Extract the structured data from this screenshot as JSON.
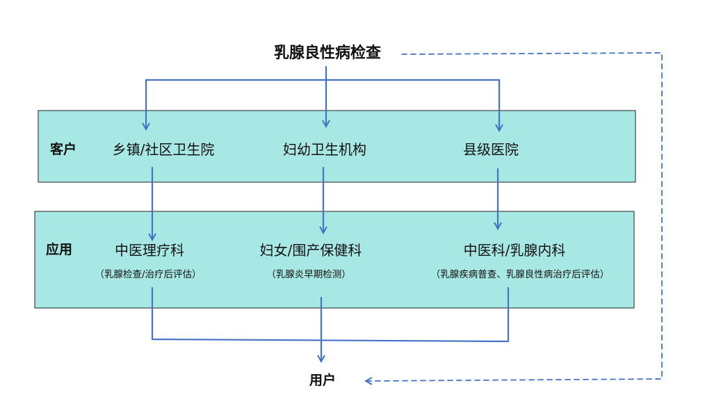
{
  "colors": {
    "arrow": "#4472c4",
    "box_fill": "#a8e8e4",
    "box_border": "#222222"
  },
  "title": "乳腺良性病检查",
  "rows": {
    "customer": {
      "label": "客户",
      "nodes": [
        "乡镇/社区卫生院",
        "妇幼卫生机构",
        "县级医院"
      ]
    },
    "application": {
      "label": "应用",
      "nodes": [
        {
          "name": "中医理疗科",
          "note": "（乳腺检查/治疗后评估）"
        },
        {
          "name": "妇女/围产保健科",
          "note": "（乳腺炎早期检测）"
        },
        {
          "name": "中医科/乳腺内科",
          "note": "（乳腺疾病普查、乳腺良性病治疗后评估）"
        }
      ]
    }
  },
  "user": "用户"
}
